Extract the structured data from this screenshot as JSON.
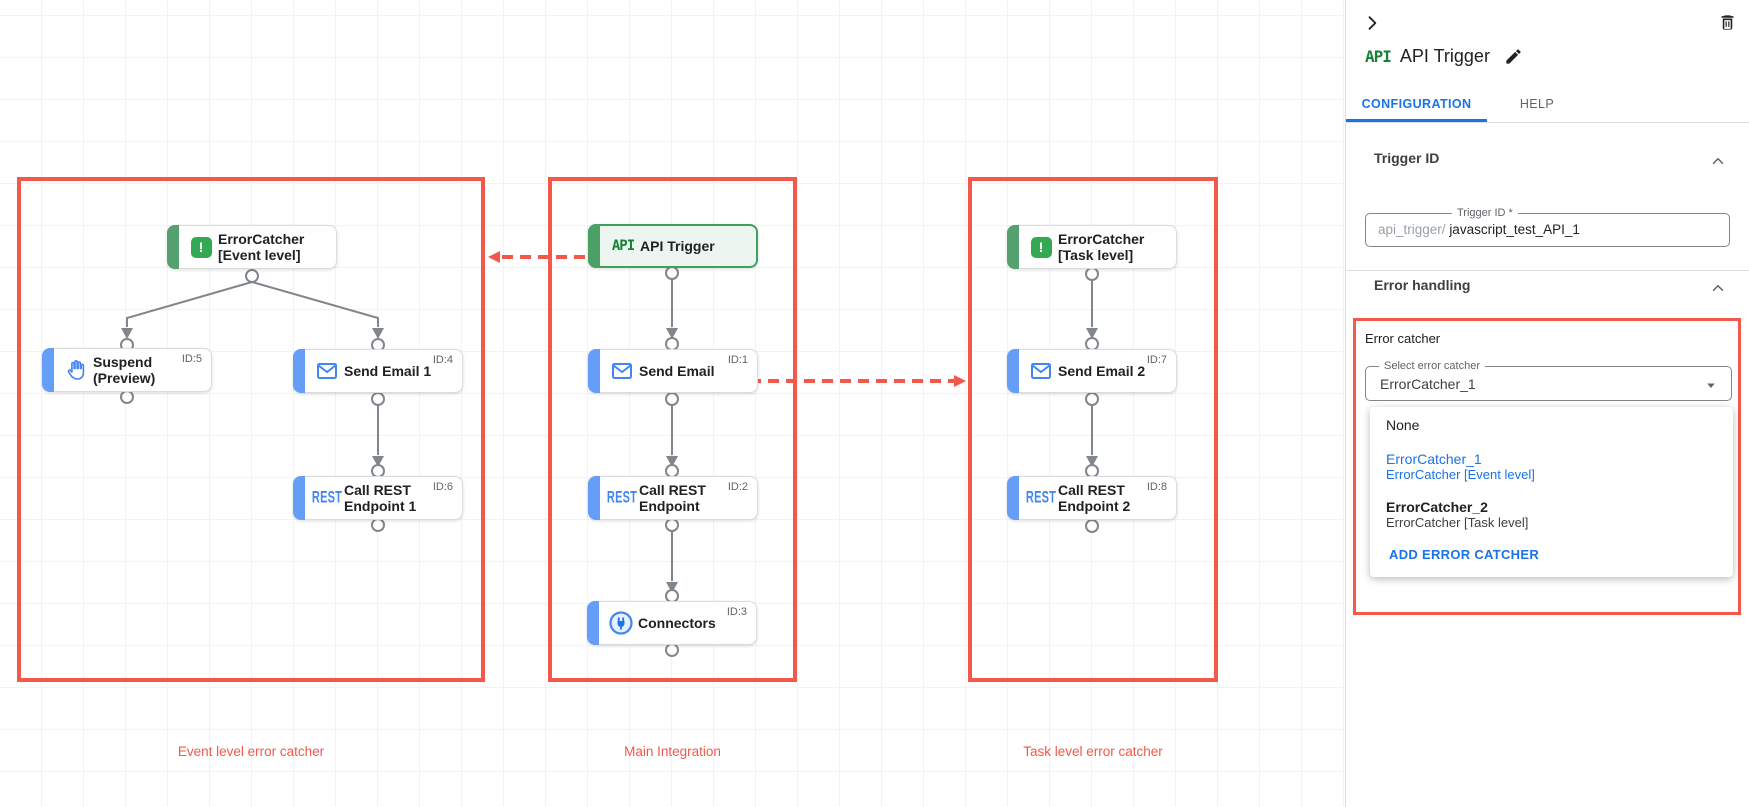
{
  "colors": {
    "accent_red": "#f4584a",
    "link_blue": "#1a73e8",
    "api_green": "#188038",
    "task_blue": "#669df6",
    "dot_red": "#d93025"
  },
  "canvas": {
    "groups": [
      {
        "label": "Event level error catcher"
      },
      {
        "label": "Main Integration"
      },
      {
        "label": "Task level error catcher"
      }
    ],
    "icons": {
      "api": "API",
      "rest": "REST",
      "error_mark": "!"
    },
    "nodes": {
      "ec_event": {
        "title": "ErrorCatcher\n[Event level]",
        "id": ""
      },
      "suspend": {
        "title": "Suspend\n(Preview)",
        "id": "ID:5"
      },
      "send_email_1": {
        "title": "Send Email 1",
        "id": "ID:4"
      },
      "call_rest_1": {
        "title": "Call REST\nEndpoint 1",
        "id": "ID:6"
      },
      "api_trigger": {
        "title": "API Trigger",
        "id": ""
      },
      "send_email": {
        "title": "Send Email",
        "id": "ID:1"
      },
      "call_rest": {
        "title": "Call REST\nEndpoint",
        "id": "ID:2"
      },
      "connectors": {
        "title": "Connectors",
        "id": "ID:3"
      },
      "ec_task": {
        "title": "ErrorCatcher\n[Task level]",
        "id": ""
      },
      "send_email_2": {
        "title": "Send Email 2",
        "id": "ID:7"
      },
      "call_rest_2": {
        "title": "Call REST\nEndpoint 2",
        "id": "ID:8"
      }
    }
  },
  "panel": {
    "api_badge": "API",
    "title": "API Trigger",
    "tabs": {
      "configuration": "CONFIGURATION",
      "help": "HELP"
    },
    "sections": {
      "trigger_id": "Trigger ID",
      "error_handling": "Error handling"
    },
    "trigger_field": {
      "label": "Trigger ID *",
      "prefix": "api_trigger/",
      "value": "javascript_test_API_1"
    },
    "error_catcher": {
      "label": "Error catcher",
      "select_label": "Select error catcher",
      "select_value": "ErrorCatcher_1",
      "menu": {
        "none": "None",
        "item1_title": "ErrorCatcher_1",
        "item1_subtitle": "ErrorCatcher [Event level]",
        "item2_title": "ErrorCatcher_2",
        "item2_subtitle": "ErrorCatcher [Task level]",
        "add_button": "ADD ERROR CATCHER"
      }
    }
  }
}
